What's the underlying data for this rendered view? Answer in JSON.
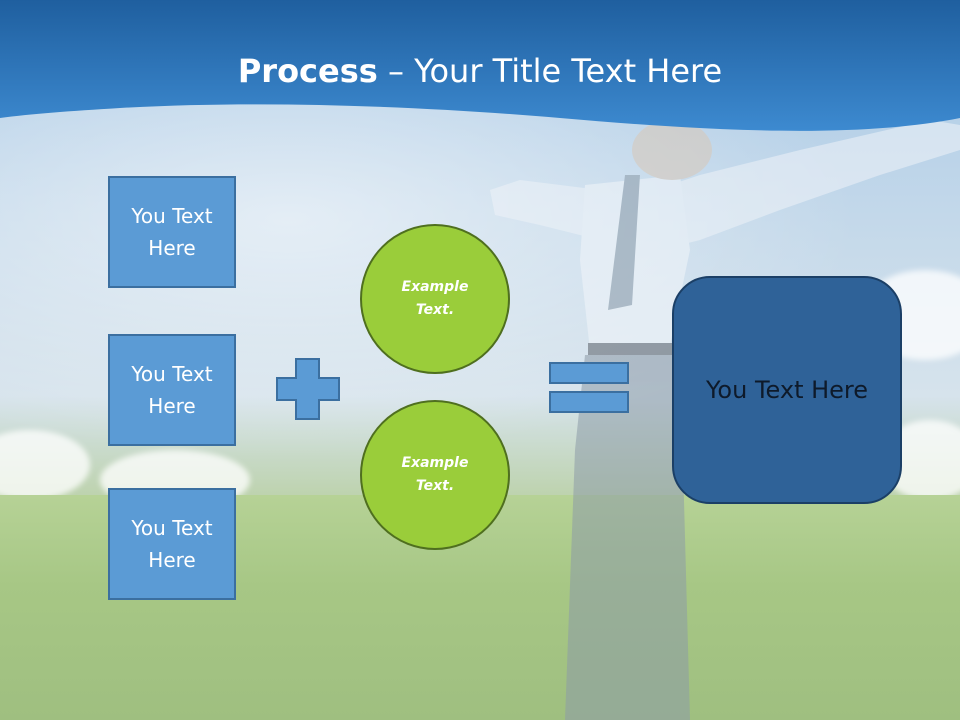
{
  "title": {
    "bold": "Process",
    "rest": " – Your Title Text Here"
  },
  "boxes": [
    {
      "label": "You Text Here"
    },
    {
      "label": "You Text Here"
    },
    {
      "label": "You Text Here"
    }
  ],
  "circles": [
    {
      "label": "Example Text."
    },
    {
      "label": "Example Text."
    }
  ],
  "result": {
    "label": "You Text Here"
  },
  "colors": {
    "header": "#2a6fb0",
    "box_fill": "#5b9bd5",
    "circle_fill": "#9acd3a",
    "result_fill": "#2f6298"
  }
}
